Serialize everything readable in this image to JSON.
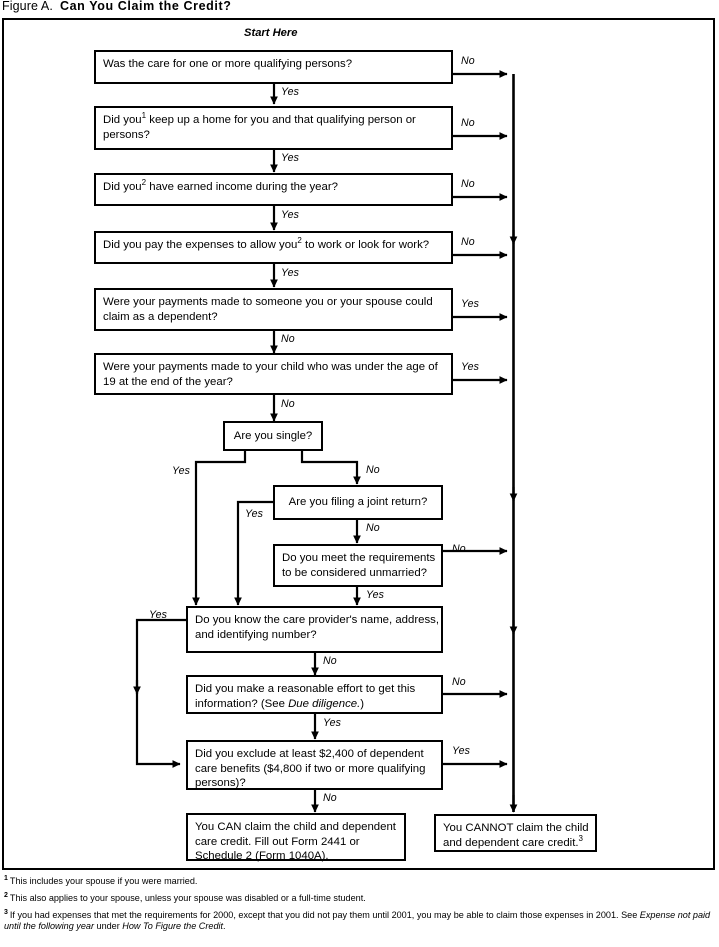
{
  "title": {
    "figure": "Figure A.",
    "name": "Can You Claim the Credit?"
  },
  "start_label": "Start Here",
  "labels": {
    "yes": "Yes",
    "no": "No"
  },
  "nodes": [
    {
      "id": "q1",
      "text": "Was the care for one or more qualifying persons?"
    },
    {
      "id": "q2a",
      "text": "Did you",
      "sup": "1",
      "text2": " keep up a home for you and that qualifying person or persons?"
    },
    {
      "id": "q3a",
      "text": "Did you",
      "sup": "2",
      "text2": " have earned income during the year?"
    },
    {
      "id": "q4a",
      "text": "Did you pay the expenses to allow you",
      "sup": "2",
      "text2": " to work or look for work?"
    },
    {
      "id": "q5",
      "text": "Were your payments made to someone you or your spouse could claim as a dependent?"
    },
    {
      "id": "q6",
      "text": "Were your payments made to your child who was under the age of 19 at the end of the year?"
    },
    {
      "id": "q7",
      "text": "Are you single?"
    },
    {
      "id": "q8",
      "text": "Are you filing a joint return?"
    },
    {
      "id": "q9",
      "text": "Do you meet the requirements to be considered unmarried?"
    },
    {
      "id": "q10",
      "text": "Do you know the care provider's name, address, and identifying number?"
    },
    {
      "id": "q11a",
      "text": "Did you make a reasonable effort to get this information? (See ",
      "text_it": "Due diligence.",
      "text2": ")"
    },
    {
      "id": "q12",
      "text": "Did you exclude at least $2,400 of dependent care benefits ($4,800 if two or more qualifying persons)?"
    },
    {
      "id": "can",
      "text": "You CAN claim the child and dependent care credit. Fill out Form 2441 or Schedule 2 (Form 1040A)."
    },
    {
      "id": "cannot",
      "text": "You CANNOT claim the child and dependent care credit.",
      "sup": "3"
    }
  ],
  "branch_labels": [
    {
      "id": "b1",
      "text": "No"
    },
    {
      "id": "b2",
      "text": "Yes"
    },
    {
      "id": "b3",
      "text": "No"
    },
    {
      "id": "b4",
      "text": "Yes"
    },
    {
      "id": "b5",
      "text": "No"
    },
    {
      "id": "b6",
      "text": "Yes"
    },
    {
      "id": "b7",
      "text": "No"
    },
    {
      "id": "b8",
      "text": "Yes"
    },
    {
      "id": "b9",
      "text": "Yes"
    },
    {
      "id": "b10",
      "text": "No"
    },
    {
      "id": "b11",
      "text": "Yes"
    },
    {
      "id": "b12",
      "text": "No"
    },
    {
      "id": "b13",
      "text": "Yes"
    },
    {
      "id": "b14",
      "text": "No"
    },
    {
      "id": "b15",
      "text": "Yes"
    },
    {
      "id": "b16",
      "text": "No"
    },
    {
      "id": "b17",
      "text": "No"
    },
    {
      "id": "b18",
      "text": "Yes"
    },
    {
      "id": "b19",
      "text": "Yes"
    },
    {
      "id": "b20",
      "text": "No"
    },
    {
      "id": "b21",
      "text": "No"
    },
    {
      "id": "b22",
      "text": "Yes"
    },
    {
      "id": "b23",
      "text": "Yes"
    },
    {
      "id": "b24",
      "text": "No"
    }
  ],
  "footnotes": [
    {
      "sup": "1",
      "text": "This includes your spouse if you were married."
    },
    {
      "sup": "2",
      "text": "This also applies to your spouse, unless your spouse was disabled or a full-time student."
    },
    {
      "sup": "3",
      "pre": "If you had expenses that met the requirements for 2000, except that you did not pay them until 2001, you may be able to claim those expenses in 2001. See ",
      "it1": "Expense not paid until the following year",
      "mid": " under ",
      "it2": "How To Figure the Credit",
      "post": "."
    }
  ],
  "colors": {
    "line": "#000000",
    "background": "#ffffff"
  }
}
